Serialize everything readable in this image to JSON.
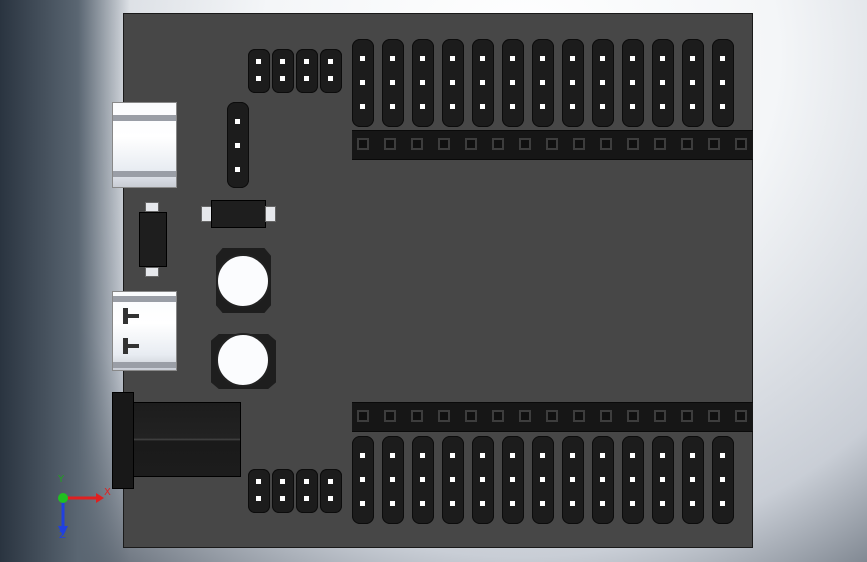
{
  "scene": {
    "pcb_color": "#474747",
    "header_color": "#1c1c1c",
    "pin_color": "#ffffff",
    "usb_shell_color": "#ffffff",
    "button_cap_color": "#fbfcfe"
  },
  "components": {
    "header_3row_count": 13,
    "header_2row_count": 4,
    "socket_strip_count": 15
  },
  "triad": {
    "x_label": "X",
    "y_label": "Y",
    "z_label": "Z",
    "x_color": "#e02020",
    "y_color": "#20c020",
    "z_color": "#2040e0"
  }
}
